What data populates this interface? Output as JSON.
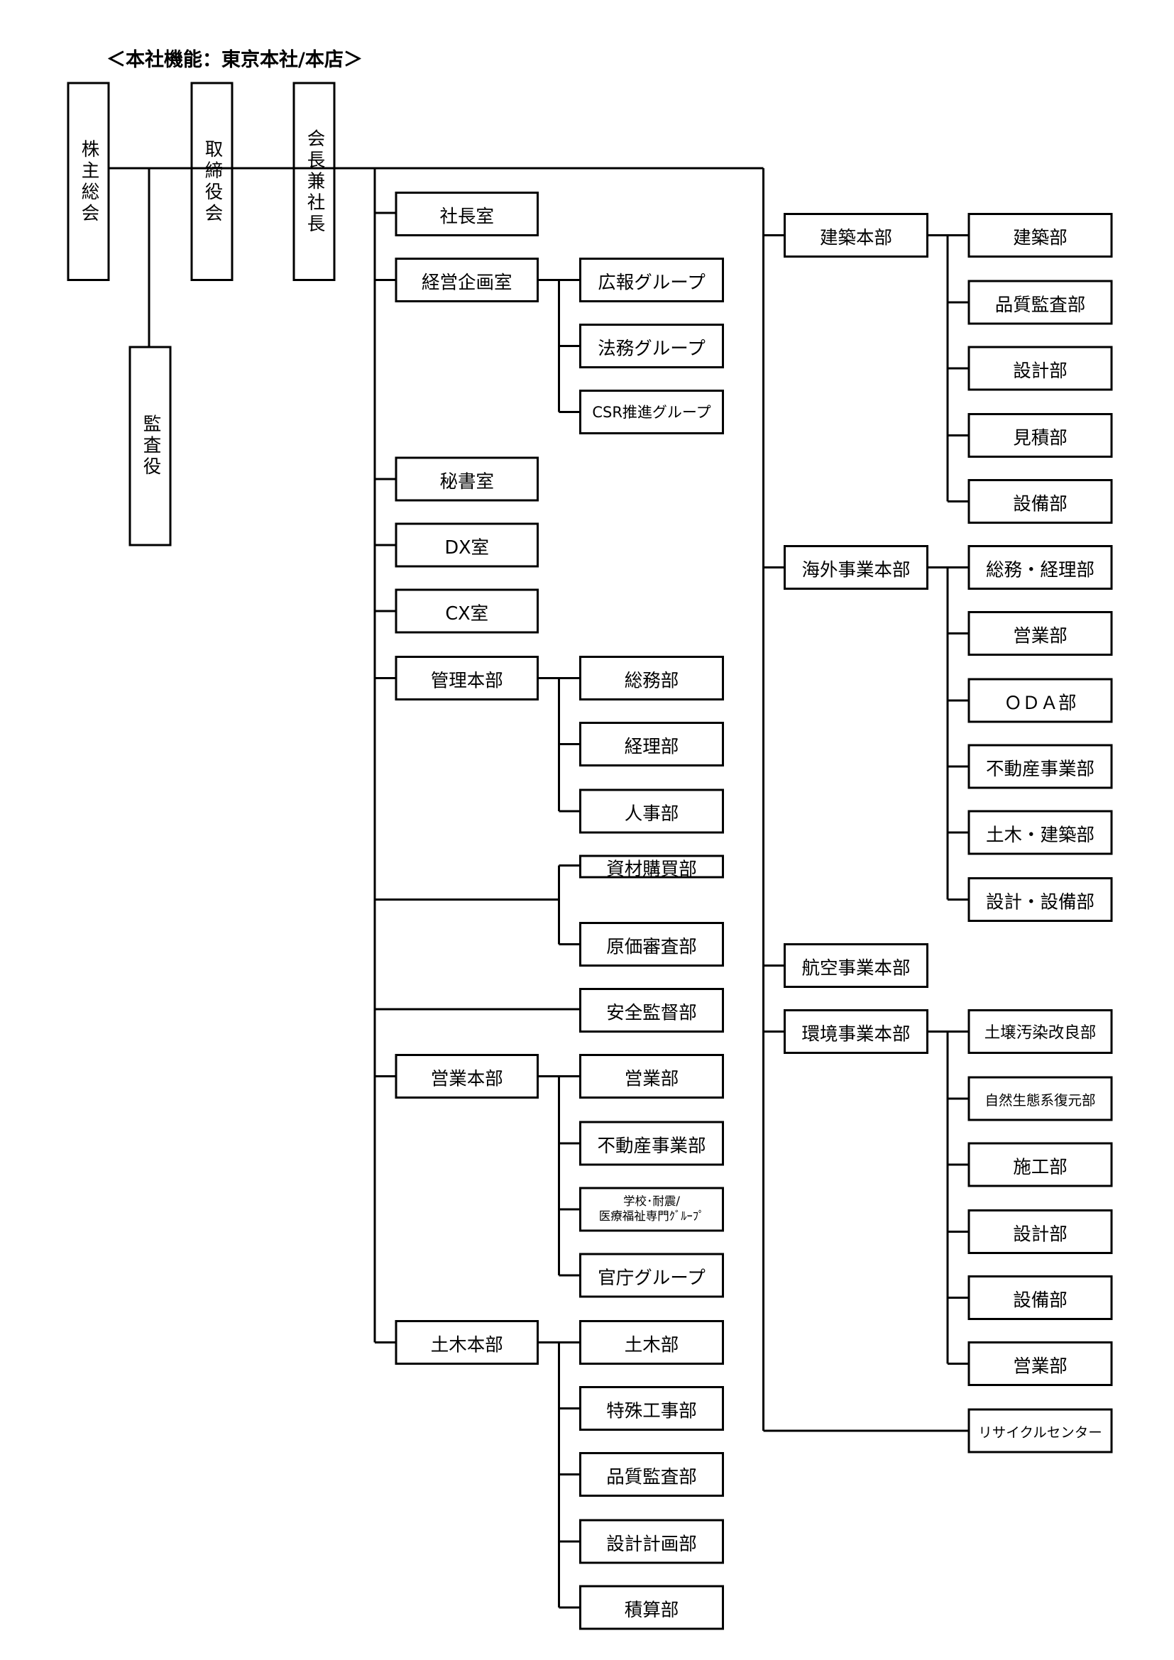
{
  "title": "＜本社機能：東京本社/本店＞",
  "top": {
    "shareholders": "株主総会",
    "board": "取締役会",
    "president": "会長兼社長",
    "auditor": "監査役"
  },
  "col1": {
    "presidents_office": "社長室",
    "corporate_planning": "経営企画室",
    "secretary": "秘書室",
    "dx": "DX室",
    "cx": "CX室",
    "admin": "管理本部",
    "sales": "営業本部",
    "civil": "土木本部"
  },
  "planning_children": [
    "広報グループ",
    "法務グループ",
    "CSR推進グループ"
  ],
  "admin_children": [
    "総務部",
    "経理部",
    "人事部"
  ],
  "procurement_children": [
    "資材購買部",
    "原価審査部"
  ],
  "safety": "安全監督部",
  "sales_children": [
    "営業部",
    "不動産事業部",
    "学校･耐震/",
    "医療福祉専門ｸﾞﾙｰﾌﾟ",
    "官庁グループ"
  ],
  "civil_children": [
    "土木部",
    "特殊工事部",
    "品質監査部",
    "設計計画部",
    "積算部"
  ],
  "col3": {
    "architecture": "建築本部",
    "overseas": "海外事業本部",
    "aviation": "航空事業本部",
    "environment": "環境事業本部"
  },
  "architecture_children": [
    "建築部",
    "品質監査部",
    "設計部",
    "見積部",
    "設備部"
  ],
  "overseas_children": [
    "総務・経理部",
    "営業部",
    "ＯＤＡ部",
    "不動産事業部",
    "土木・建築部",
    "設計・設備部"
  ],
  "environment_children": [
    "土壌汚染改良部",
    "自然生態系復元部",
    "施工部",
    "設計部",
    "設備部",
    "営業部"
  ],
  "recycle": "リサイクルセンター"
}
